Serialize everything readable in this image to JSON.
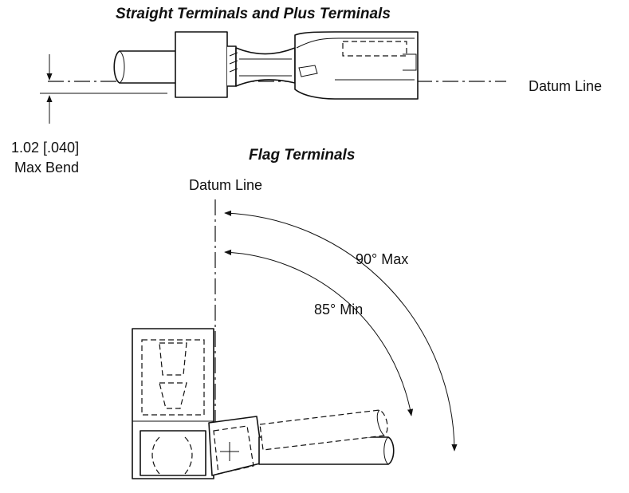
{
  "titles": {
    "straight": "Straight Terminals and Plus Terminals",
    "flag": "Flag Terminals"
  },
  "labels": {
    "datum_line_right": "Datum Line",
    "datum_line_top": "Datum Line",
    "max_bend_value": "1.02 [.040]",
    "max_bend_text": "Max Bend",
    "angle_max": "90° Max",
    "angle_min": "85° Min"
  }
}
